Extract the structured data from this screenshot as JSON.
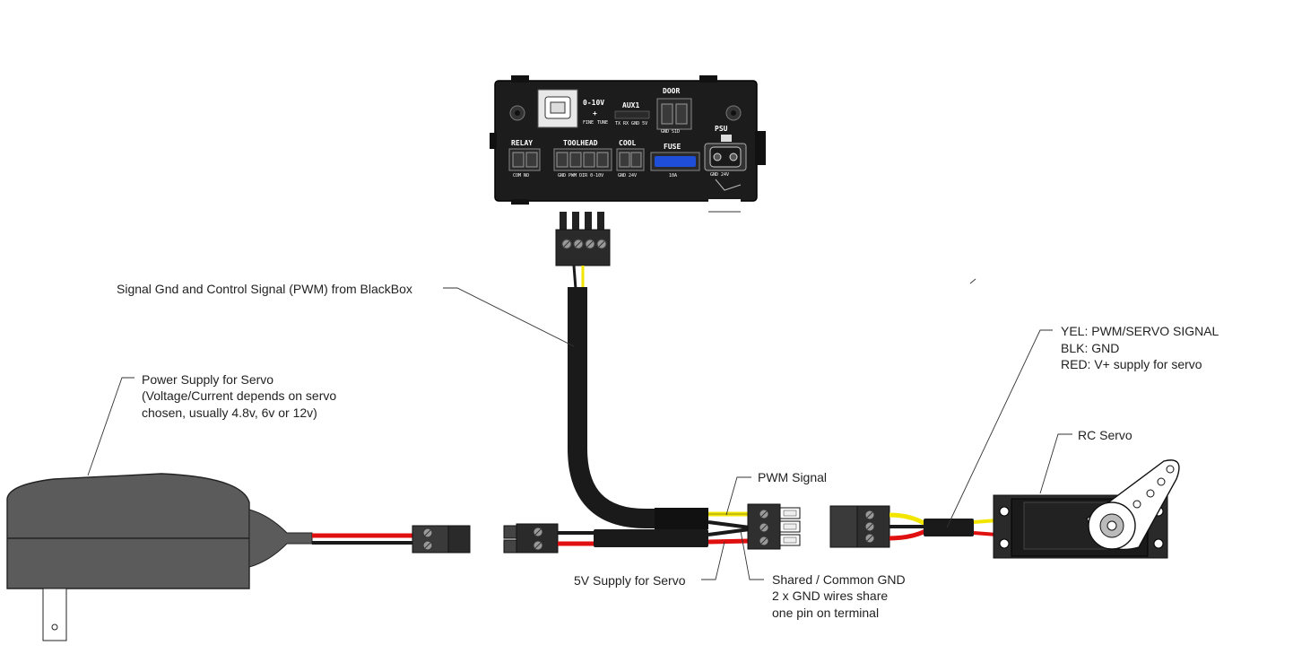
{
  "callouts": {
    "signal": "Signal Gnd and Control Signal (PWM) from BlackBox",
    "psu": [
      "Power Supply for Servo",
      "(Voltage/Current depends on servo",
      "chosen, usually 4.8v, 6v or 12v)"
    ],
    "legend": [
      "YEL: PWM/SERVO SIGNAL",
      "BLK: GND",
      "RED: V+ supply for servo"
    ],
    "rc_servo": "RC Servo",
    "pwm_signal": "PWM Signal",
    "supply_5v": "5V Supply for Servo",
    "shared_gnd": [
      "Shared / Common GND",
      "2 x GND wires share",
      "one pin on terminal"
    ]
  },
  "blackbox": {
    "voltage": "0-10V",
    "fine": "FINE",
    "tune": "TUNE",
    "aux1": "AUX1",
    "aux_pins": "TX RX GND 5V",
    "door": "DOOR",
    "door_pins": "GND  S1D",
    "psu": "PSU",
    "relay": "RELAY",
    "relay_pins": "COM NO",
    "toolhead": "TOOLHEAD",
    "toolhead_pins": "GND PWM DIR 0-10V",
    "cool": "COOL",
    "cool_pins": "GND 24V",
    "fuse": "FUSE",
    "fuse_rating": "10A",
    "psu_pins": "GND   24V"
  },
  "wire_colors": {
    "yellow": "#f2e600",
    "red": "#e01010",
    "black": "#1a1a1a"
  }
}
